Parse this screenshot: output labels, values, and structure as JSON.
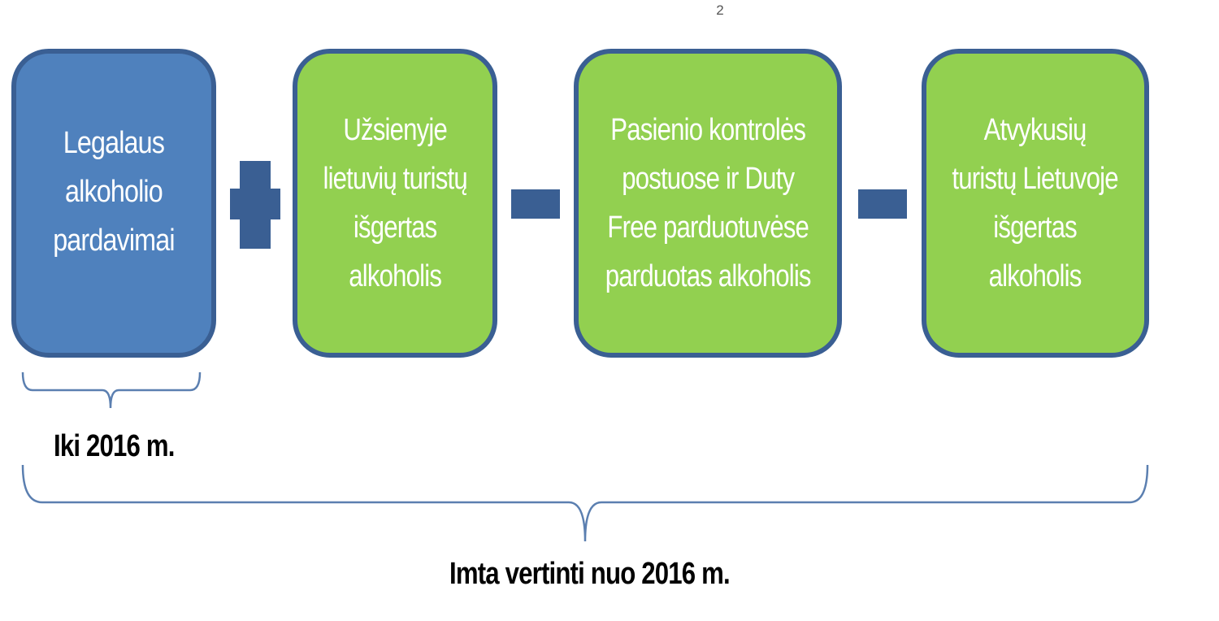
{
  "page_number": "2",
  "boxes": [
    {
      "id": "legal",
      "text": "Legalaus\nalkoholio\npardavimai",
      "color": "#4f81bd"
    },
    {
      "id": "abroad",
      "text": "Užsienyje\nlietuvių turistų\nišgertas\nalkoholis",
      "color": "#92d050"
    },
    {
      "id": "border",
      "text": "Pasienio kontrolės\npostuose ir Duty\nFree parduotuvėse\nparduotas alkoholis",
      "color": "#92d050"
    },
    {
      "id": "tourists",
      "text": "Atvykusių\nturistų Lietuvoje\nišgertas\nalkoholis",
      "color": "#92d050"
    }
  ],
  "operators": [
    "plus-icon",
    "minus-icon",
    "minus-icon"
  ],
  "labels": {
    "before": "Iki 2016 m.",
    "from": "Imta vertinti nuo 2016 m."
  },
  "colors": {
    "blue": "#4f81bd",
    "green": "#92d050",
    "border": "#3a5f93",
    "bracket": "#5b7fb0"
  }
}
